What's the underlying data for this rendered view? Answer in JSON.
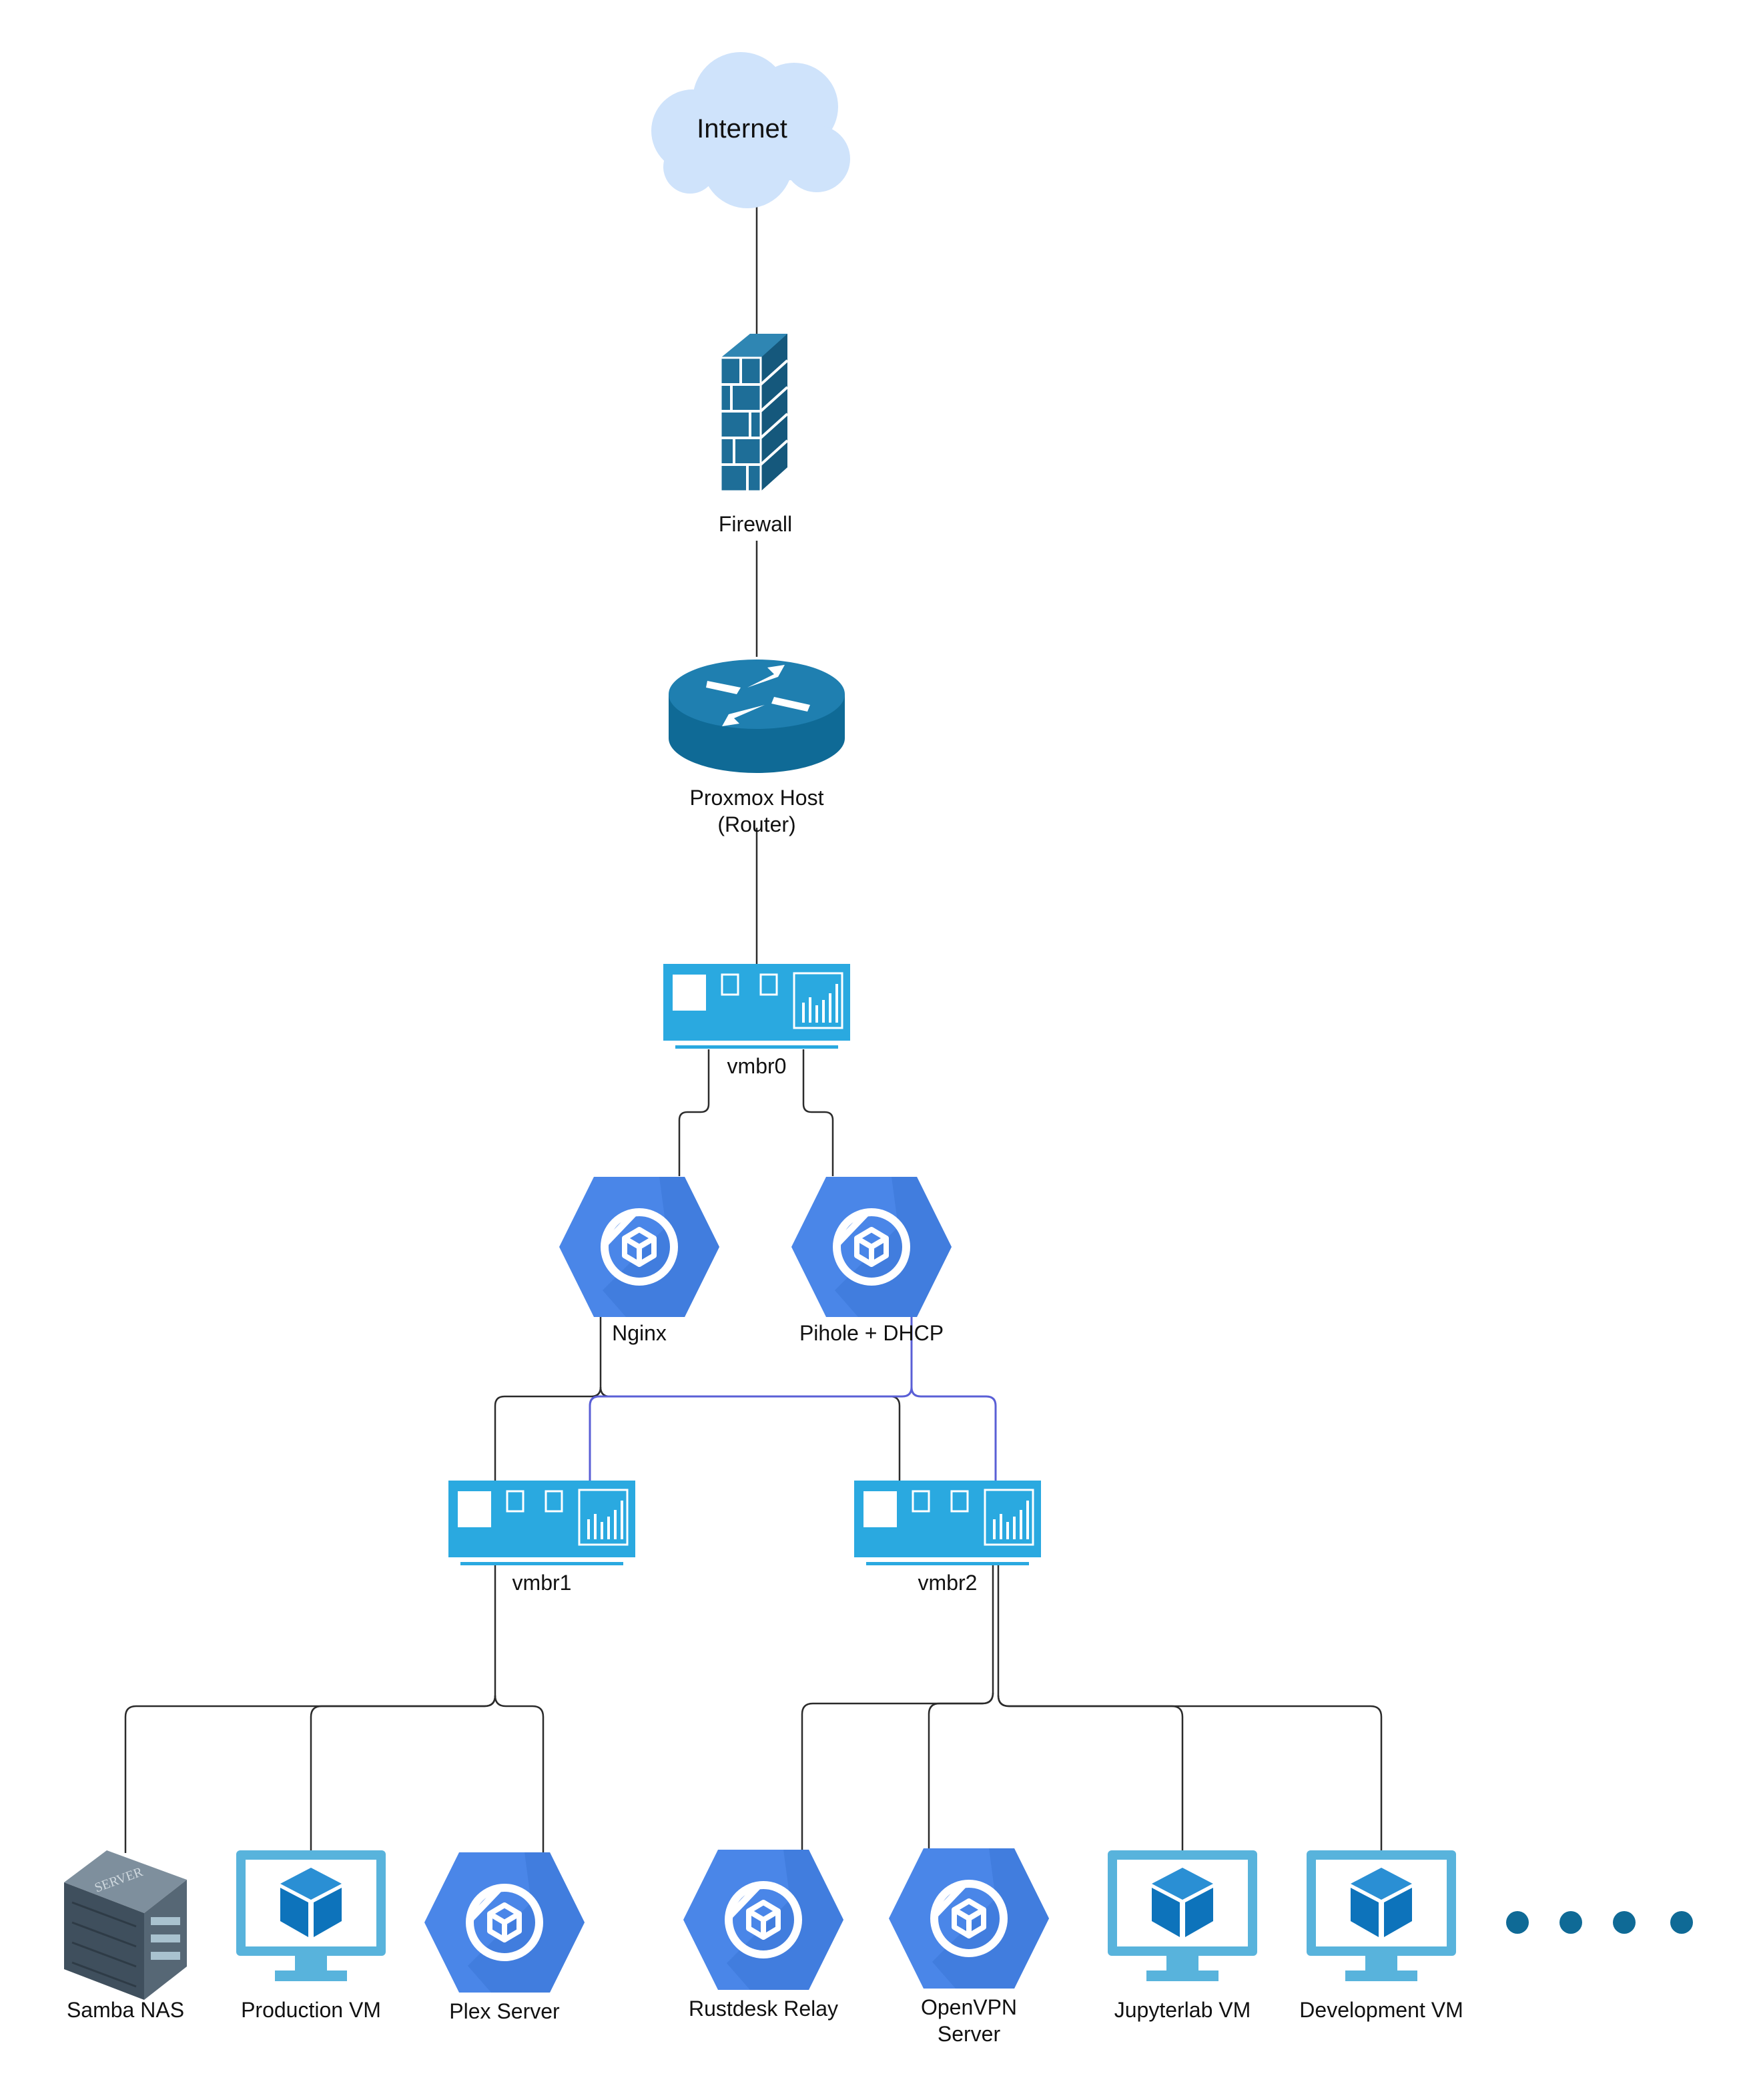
{
  "nodes": {
    "internet": "Internet",
    "firewall": "Firewall",
    "router_line1": "Proxmox Host",
    "router_line2": "(Router)",
    "vmbr0": "vmbr0",
    "nginx": "Nginx",
    "pihole": "Pihole + DHCP",
    "vmbr1": "vmbr1",
    "vmbr2": "vmbr2",
    "samba": "Samba NAS",
    "production_vm": "Production VM",
    "plex": "Plex Server",
    "rustdesk": "Rustdesk Relay",
    "openvpn_line1": "OpenVPN",
    "openvpn_line2": "Server",
    "jupyterlab_vm": "Jupyterlab VM",
    "development_vm": "Development VM"
  },
  "server_rack_text": "SERVER",
  "colors": {
    "cloud": "#cfe3fb",
    "firewall": "#1e6e98",
    "router": "#0f6a96",
    "switch": "#2aa9e0",
    "hexagon": "#4a86e8",
    "monitor": "#58b3dc",
    "cube": "#0d73bb",
    "blue_link": "#5a5fd6",
    "dots": "#0f6a96"
  },
  "icons": [
    "cloud-icon",
    "firewall-icon",
    "router-icon",
    "switch-icon",
    "compute-engine-icon",
    "server-rack-icon",
    "monitor-vm-icon",
    "ellipsis-icon"
  ]
}
